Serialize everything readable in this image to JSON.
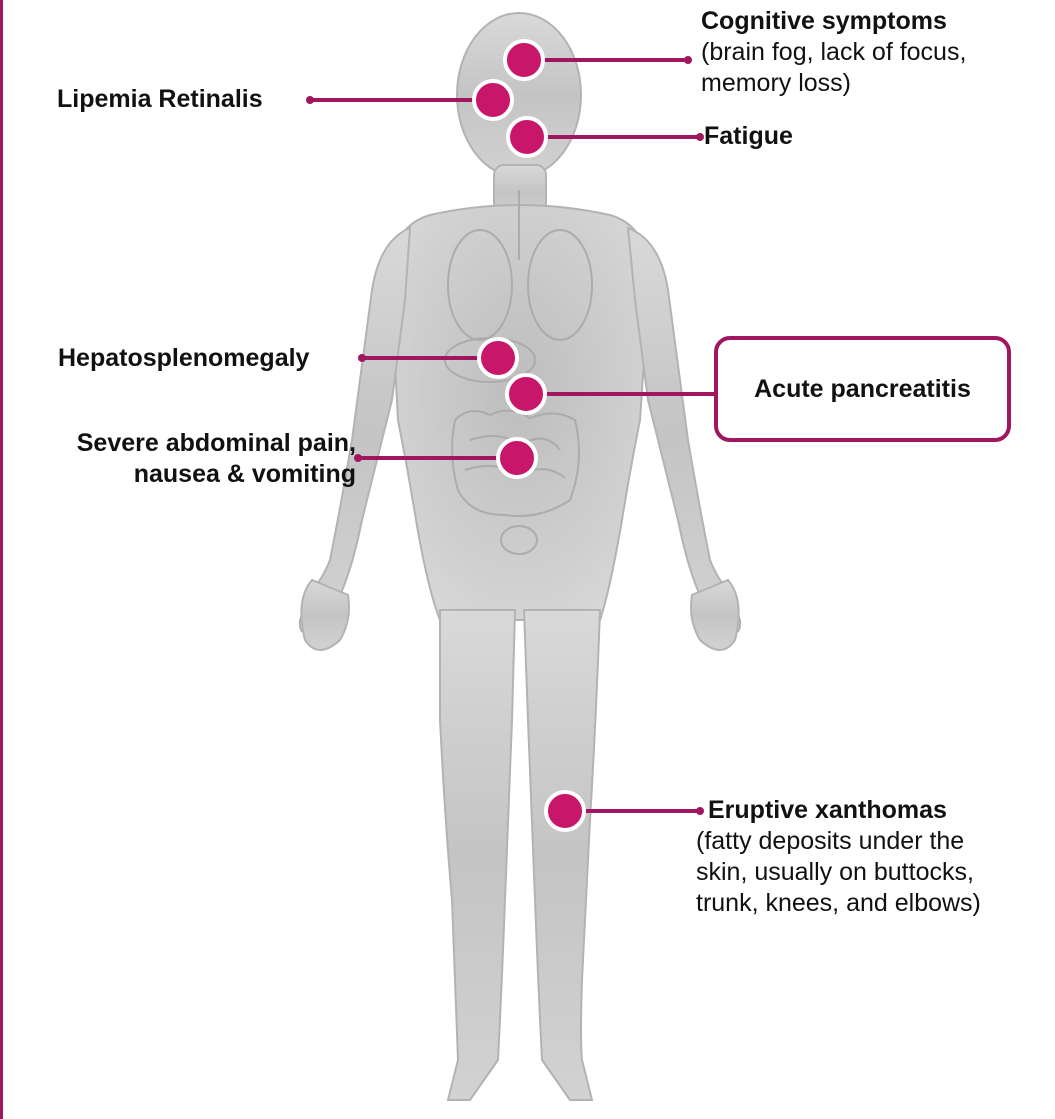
{
  "colors": {
    "accent": "#a0175f",
    "marker_fill": "#c8166a",
    "marker_ring": "#ffffff",
    "body_fill": "#c9c9c9"
  },
  "labels": {
    "cognitive": {
      "title": "Cognitive symptoms",
      "detail_line1": "(brain fog, lack of focus,",
      "detail_line2": "memory loss)"
    },
    "lipemia": {
      "title": "Lipemia Retinalis"
    },
    "fatigue": {
      "title": "Fatigue"
    },
    "hepatosplenomegaly": {
      "title": "Hepatosplenomegaly"
    },
    "pancreatitis": {
      "title": "Acute pancreatitis"
    },
    "abdominal": {
      "title_line1": "Severe abdominal pain,",
      "title_line2": "nausea & vomiting"
    },
    "xanthomas": {
      "title": "Eruptive xanthomas",
      "detail_line1": "(fatty deposits under the",
      "detail_line2": "skin, usually on buttocks,",
      "detail_line3": "trunk, knees, and elbows)"
    }
  }
}
